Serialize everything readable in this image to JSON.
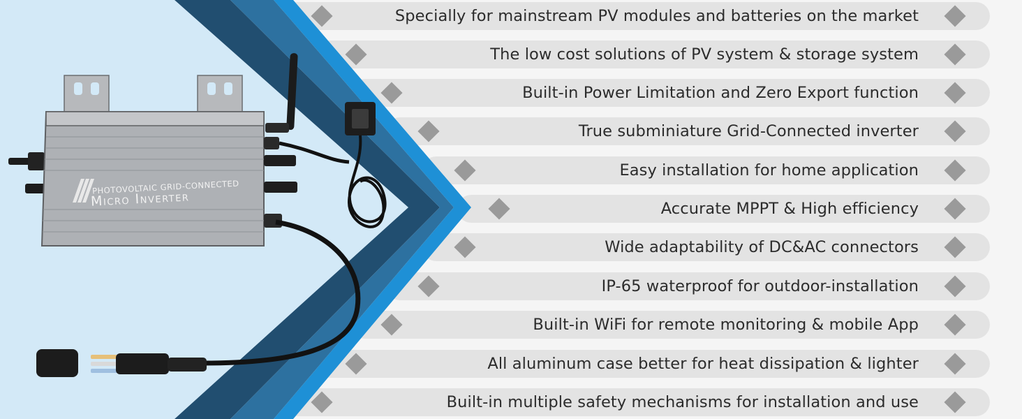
{
  "product": {
    "label_line1": "PHOTOVOLTAIC GRID-CONNECTED",
    "label_line2": "Micro Inverter"
  },
  "features": [
    "Specially for mainstream PV modules and batteries on the market",
    "The low cost solutions of PV system & storage system",
    "Built-in Power Limitation and Zero Export function",
    "True subminiature Grid-Connected inverter",
    "Easy installation for home application",
    "Accurate MPPT & High efficiency",
    "Wide adaptability of DC&AC connectors",
    "IP-65 waterproof  for outdoor-installation",
    "Built-in WiFi for remote monitoring & mobile App",
    "All aluminum case  better for heat dissipation & lighter",
    "Built-in multiple safety mechanisms for installation and use"
  ],
  "colors": {
    "background_light_blue": "#cfe8f7",
    "chevron_dark": "#1f4f72",
    "chevron_mid": "#2b6e9c",
    "chevron_bright": "#1f8fd4",
    "row_bg": "#e3e3e3",
    "diamond": "#9a9a9a",
    "text": "#2c2c2c",
    "inverter_case": "#a9acb0"
  }
}
